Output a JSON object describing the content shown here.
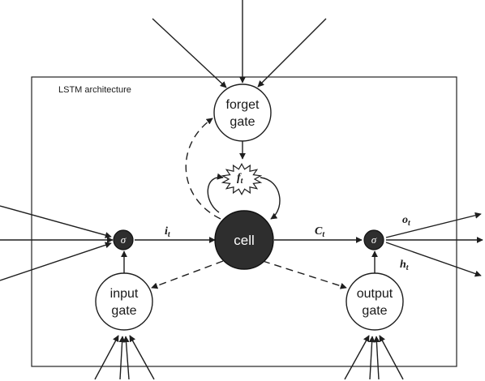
{
  "title": "LSTM architecture",
  "nodes": {
    "forget_gate": [
      "forget",
      "gate"
    ],
    "input_gate": [
      "input",
      "gate"
    ],
    "output_gate": [
      "output",
      "gate"
    ],
    "cell": "cell",
    "forget_multiplier": {
      "symbol": "f",
      "subscript": "t"
    },
    "input_sigma": "σ",
    "output_sigma": "σ"
  },
  "edge_labels": {
    "input": {
      "symbol": "i",
      "subscript": "t"
    },
    "cell_state": {
      "symbol": "C",
      "subscript": "t"
    },
    "output": {
      "symbol": "o",
      "subscript": "t"
    },
    "hidden": {
      "symbol": "h",
      "subscript": "t"
    }
  },
  "colors": {
    "line": "#1e1e1e",
    "cell_fill": "#2e2e2e",
    "node_fill": "#ffffff"
  }
}
